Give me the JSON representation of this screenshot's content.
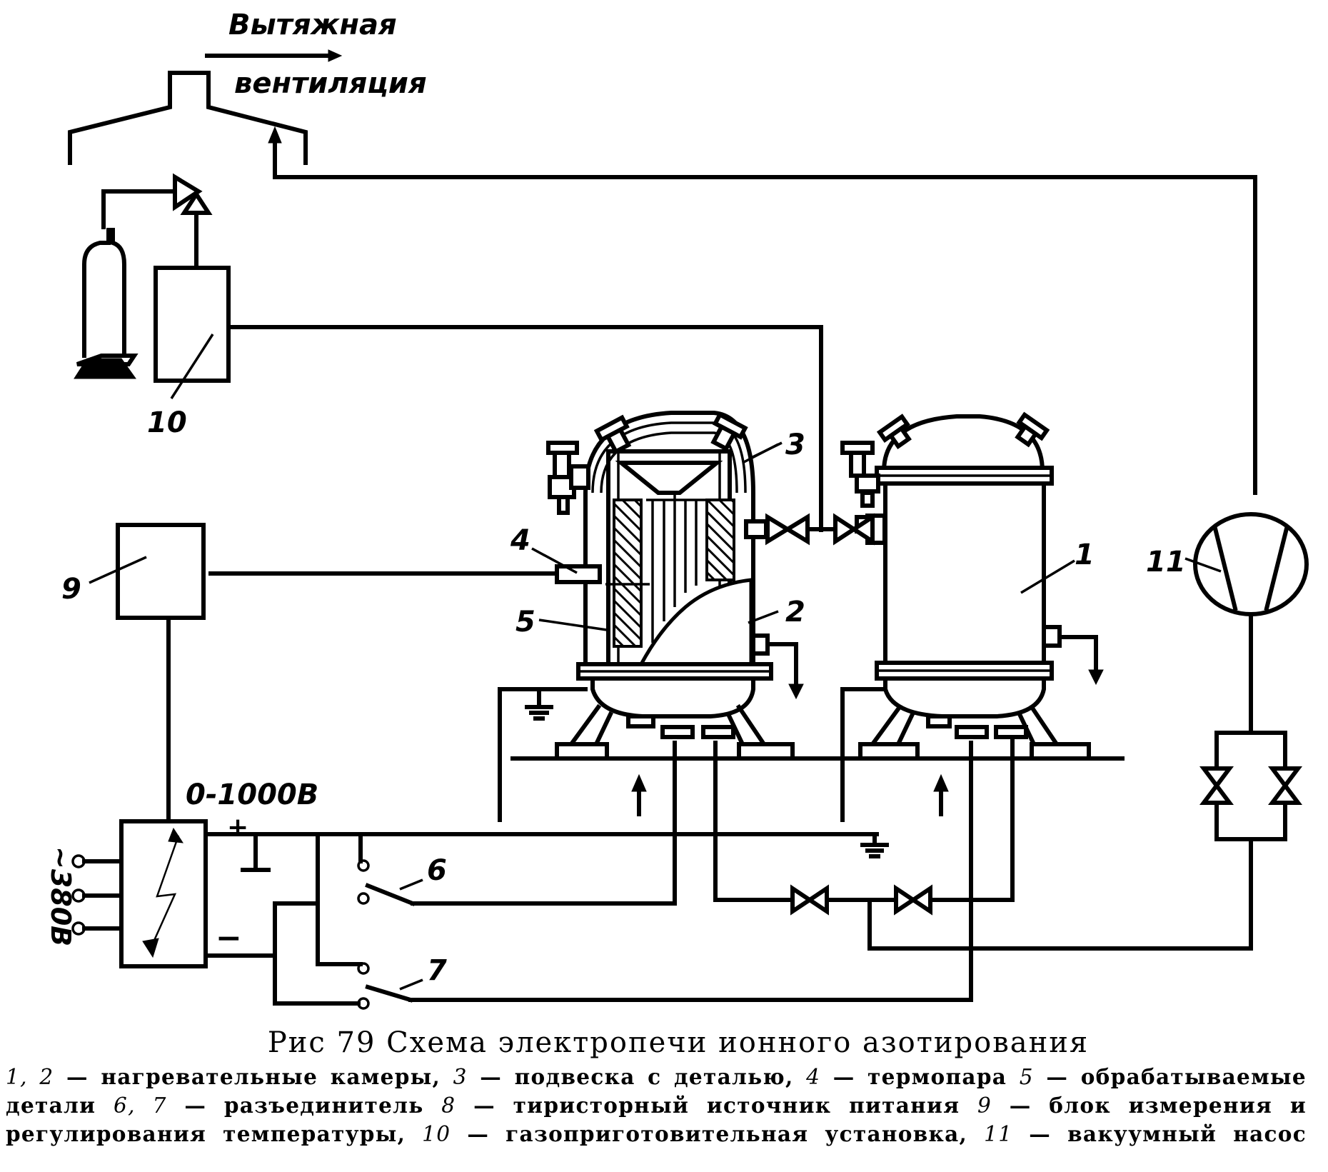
{
  "diagram": {
    "ventilation_label_line1": "Вытяжная",
    "ventilation_label_line2": "вентиляция",
    "voltage_range_label": "0-1000В",
    "mains_voltage_label": "~380В",
    "plus_sign": "+",
    "minus_sign": "−",
    "numbers": {
      "n1": "1",
      "n2": "2",
      "n3": "3",
      "n4": "4",
      "n5": "5",
      "n6": "6",
      "n7": "7",
      "n9": "9",
      "n10": "10",
      "n11": "11"
    }
  },
  "caption": {
    "title": "Рис 79 Схема электропечи ионного азотирования",
    "legend": [
      {
        "num": "1, 2",
        "text": " — нагревательные камеры, "
      },
      {
        "num": "3",
        "text": " — подвеска с деталью, "
      },
      {
        "num": "4",
        "text": " — термопара "
      },
      {
        "num": "5",
        "text": " — обрабатываемые детали "
      },
      {
        "num": "6, 7",
        "text": " — разъединитель "
      },
      {
        "num": "8",
        "text": " — тиристорный источник питания "
      },
      {
        "num": "9",
        "text": " — блок измерения и регулирования температуры, "
      },
      {
        "num": "10",
        "text": " — газоприготовительная установка, "
      },
      {
        "num": "11",
        "text": " — вакуумный насос"
      }
    ]
  }
}
